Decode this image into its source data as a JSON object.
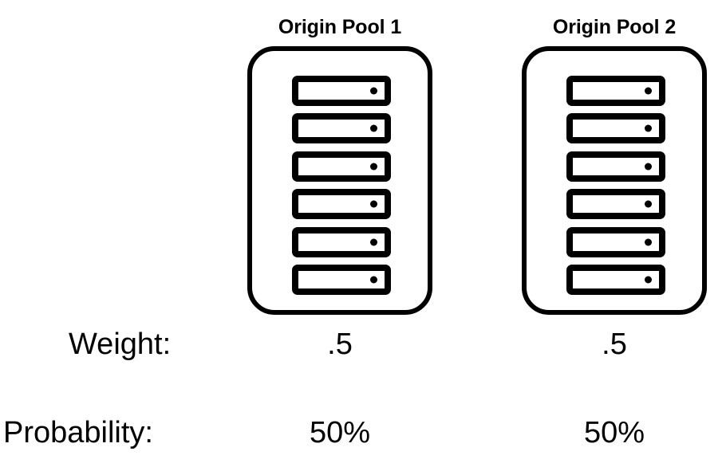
{
  "diagram": {
    "background_color": "#ffffff",
    "stroke_color": "#000000",
    "pools": [
      {
        "title": "Origin Pool 1",
        "server_count": 6,
        "weight": ".5",
        "probability": "50%"
      },
      {
        "title": "Origin Pool 2",
        "server_count": 6,
        "weight": ".5",
        "probability": "50%"
      }
    ],
    "rows": [
      {
        "label": "Weight:"
      },
      {
        "label": "Probability:"
      }
    ]
  }
}
